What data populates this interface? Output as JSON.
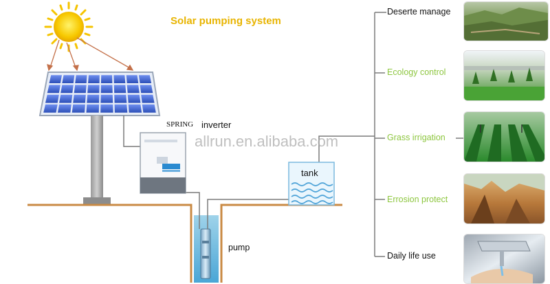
{
  "title": "Solar pumping system",
  "labels": {
    "brand": "SPRING",
    "inverter": "inverter",
    "tank": "tank",
    "pump": "pump",
    "watermark": "allrun.en.alibaba.com"
  },
  "applications": [
    {
      "label": "Deserte manage",
      "color": "#111111"
    },
    {
      "label": "Ecology control",
      "color": "#8dc63f"
    },
    {
      "label": "Grass irrigation",
      "color": "#8dc63f"
    },
    {
      "label": "Errosion protect",
      "color": "#8dc63f"
    },
    {
      "label": "Daily life use",
      "color": "#111111"
    }
  ],
  "colors": {
    "sun": "#f5c400",
    "sun_rays": "#c4714a",
    "panel": "#3a5fc8",
    "ground": "#c98a44",
    "pipe": "#777777"
  }
}
